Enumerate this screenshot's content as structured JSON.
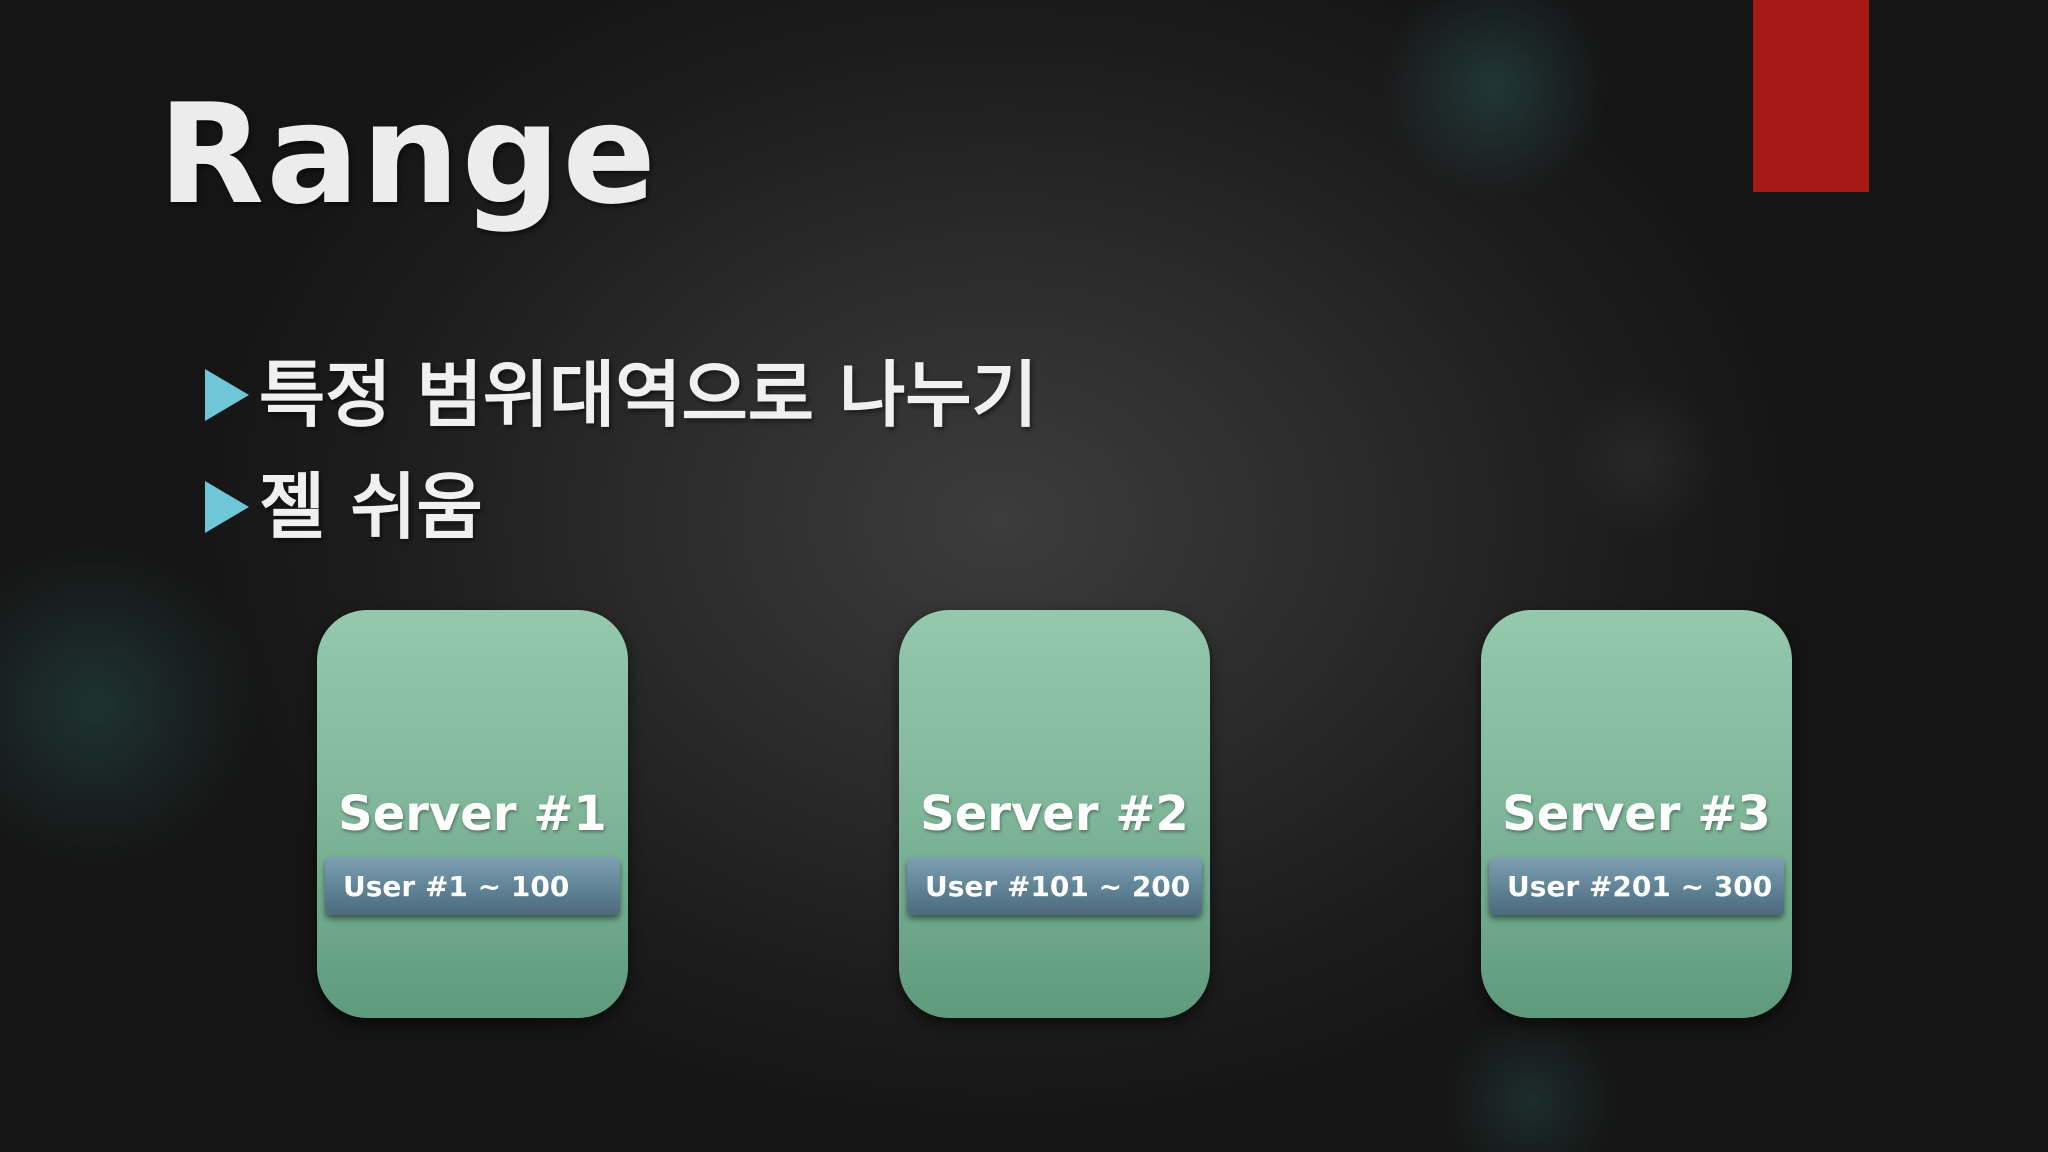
{
  "slide": {
    "title": "Range",
    "bullets": [
      "특정 범위대역으로 나누기",
      "젤 쉬움"
    ],
    "accent_color": "#a51916",
    "bullet_color": "#6fc6d6"
  },
  "diagram": {
    "servers": [
      {
        "name": "Server #1",
        "range": "User #1 ~ 100"
      },
      {
        "name": "Server #2",
        "range": "User #101 ~ 200"
      },
      {
        "name": "Server #3",
        "range": "User #201 ~ 300"
      }
    ],
    "server_color": "#7fb69a",
    "range_color": "#5f8295"
  }
}
